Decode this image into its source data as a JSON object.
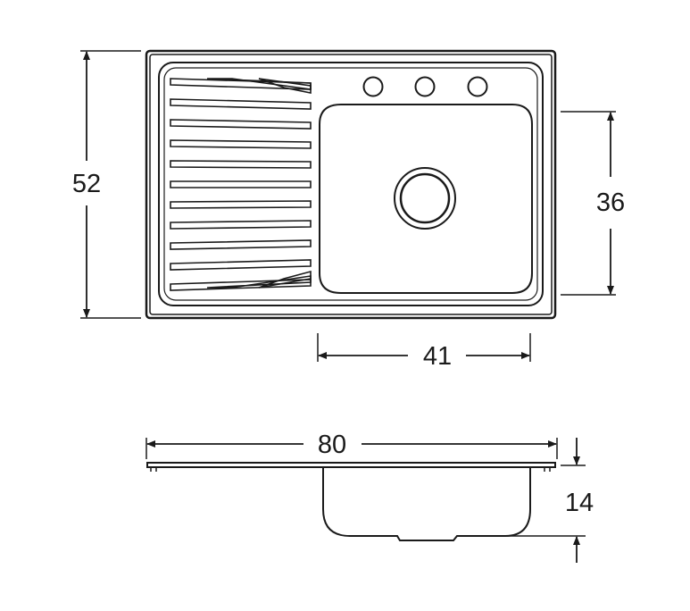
{
  "drawing": {
    "top_view": {
      "overall_depth": "52",
      "bowl_depth": "36",
      "bowl_width": "41",
      "tap_holes": 3
    },
    "side_view": {
      "overall_width": "80",
      "bowl_height": "14"
    }
  },
  "colors": {
    "line": "#1a1a1a",
    "background": "#ffffff"
  }
}
